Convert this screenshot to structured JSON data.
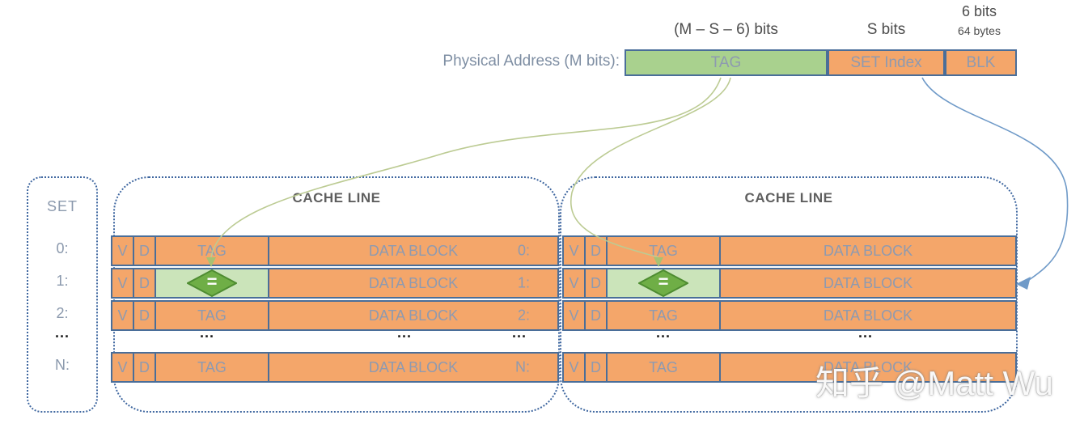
{
  "physical_address": {
    "label": "Physical Address (M bits):",
    "fields": {
      "tag": "TAG",
      "set_index": "SET Index",
      "blk": "BLK"
    },
    "tag_bits": "(M – S – 6) bits",
    "set_bits": "S bits",
    "blk_bits": "6 bits",
    "blk_bytes": "64 bytes"
  },
  "set_column": {
    "title": "SET",
    "labels": [
      "0:",
      "1:",
      "2:",
      "N:"
    ]
  },
  "cache": {
    "panel_title": "CACHE LINE",
    "cells": {
      "valid": "V",
      "dirty": "D",
      "tag": "TAG",
      "data": "DATA BLOCK"
    },
    "row_labels": [
      "0:",
      "1:",
      "2:",
      "N:"
    ],
    "ellipsis": "...",
    "comparator": "="
  },
  "watermark": "知乎 @Matt Wu",
  "colors": {
    "cell_orange": "#F4A66A",
    "address_tag_green": "#A9D18E",
    "matched_tag_green": "#CBE4BA",
    "cell_border_blue": "#4A6E99",
    "cell_text_blue_gray": "#8E9AB0",
    "dotted_border_blue": "#3F67A0",
    "comparator_fill": "#6FAE46",
    "comparator_stroke": "#4E8C31",
    "tag_arrow_olive": "#BCCB93",
    "set_arrow_blue": "#6F9AC8"
  }
}
